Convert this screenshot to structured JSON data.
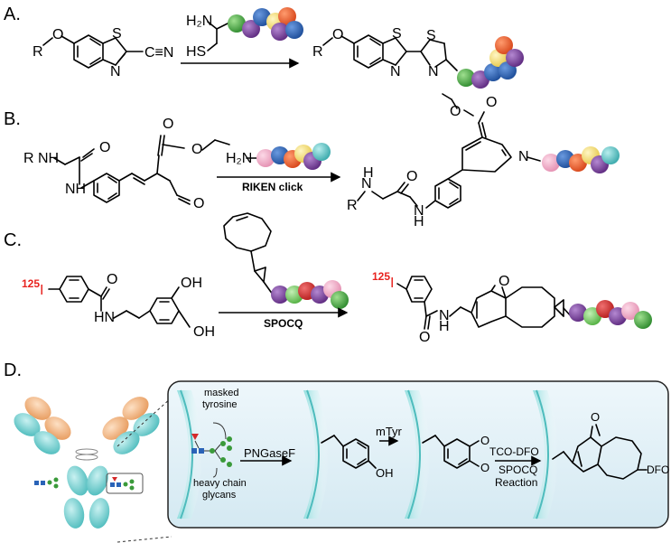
{
  "sections": {
    "a": {
      "label": "A.",
      "substituent": "R",
      "atom_o": "O",
      "atom_s": "S",
      "atom_n": "N",
      "nitrile": "C≡N",
      "reagent_nh2": "H₂N",
      "reagent_sh": "HS",
      "product_o": "O",
      "product_r": "R",
      "product_s1": "S",
      "product_s2": "S",
      "product_n1": "N",
      "product_n2": "N"
    },
    "b": {
      "label": "B.",
      "substituent": "R",
      "nh_left": "NH",
      "amide_nh": "NH",
      "o_carbonyl": "O",
      "o_ester": "O",
      "o_ester2": "O",
      "o_aldehyde": "O",
      "reagent_nh2": "H₂N",
      "reaction": "RIKEN click",
      "product_r": "R",
      "product_nh": "N",
      "product_h": "H",
      "product_o": "O",
      "product_nh2": "N",
      "product_h2": "H",
      "product_ring_n": "N",
      "product_o_ester": "O",
      "product_o_ester2": "O"
    },
    "c": {
      "label": "C.",
      "isotope": "125",
      "iodine": "I",
      "hn": "HN",
      "o_amide": "O",
      "oh1": "OH",
      "oh2": "OH",
      "reaction": "SPOCQ",
      "product_isotope": "125",
      "product_iodine": "I",
      "product_hn": "N",
      "product_h": "H",
      "product_o": "O",
      "product_o_bridge": "O"
    },
    "d": {
      "label": "D.",
      "masked_tyrosine": "masked\ntyrosine",
      "masked_line1": "masked",
      "masked_line2": "tyrosine",
      "glycans_line1": "heavy chain",
      "glycans_line2": "glycans",
      "step1": "PNGaseF",
      "oh": "OH",
      "step2": "mTyr",
      "o1": "O",
      "o2": "O",
      "step3_top": "TCO-DFO",
      "step3_mid": "SPOCQ",
      "step3_bot": "Reaction",
      "dfo": "DFO",
      "o_bridge": "O"
    }
  },
  "colors": {
    "green": "#3a9a3a",
    "purple": "#7b3f9c",
    "blue": "#2a63b7",
    "yellow": "#f6e27a",
    "orange": "#ee5a24",
    "red": "#d42a2a",
    "pink": "#f3a8c6",
    "cyan": "#5ec8c9",
    "lightgreen": "#7ed36a",
    "antibody_heavy": "#6fcfcf",
    "antibody_light": "#f3b07a",
    "panel_bg": "#e3f1f7",
    "iodine_red": "#e8231f"
  }
}
